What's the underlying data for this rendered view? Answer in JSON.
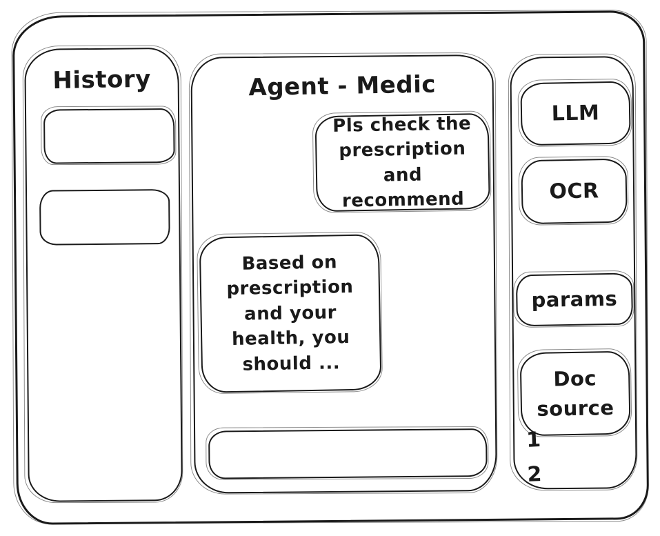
{
  "window": {
    "title": "Agent - Medic"
  },
  "colors": {
    "ink": "#1a1a1a",
    "background": "#ffffff"
  },
  "history_panel": {
    "title": "History",
    "items": [
      {
        "label": ""
      },
      {
        "label": ""
      }
    ]
  },
  "chat_panel": {
    "title": "Agent - Medic",
    "messages": [
      {
        "role": "user",
        "text": "Pls check the prescription and recommend"
      },
      {
        "role": "agent",
        "text": "Based on prescription and your health, you should ..."
      }
    ],
    "input": {
      "value": "",
      "placeholder": ""
    }
  },
  "tools_panel": {
    "buttons": [
      {
        "label": "LLM"
      },
      {
        "label": "OCR"
      },
      {
        "label": "params"
      },
      {
        "label": "Doc source"
      }
    ],
    "doc_source_items": [
      "1",
      "2"
    ]
  }
}
